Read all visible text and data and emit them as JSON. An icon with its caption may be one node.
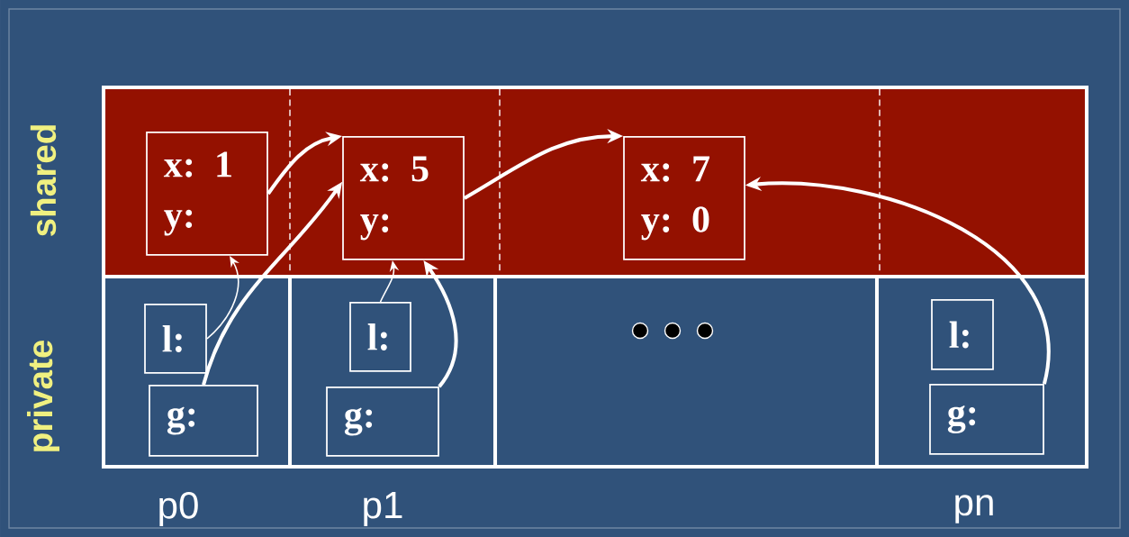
{
  "diagram": {
    "nodes": [
      {
        "text": [
          "x: 1",
          "y:"
        ]
      },
      {
        "text": [
          "x: 5",
          "y:"
        ]
      },
      {
        "text": [
          "x: 7",
          "y: 0"
        ]
      },
      {
        "text": [
          "l:"
        ]
      },
      {
        "text": [
          "g:"
        ]
      },
      {
        "text": [
          "l:"
        ]
      },
      {
        "text": [
          "g:"
        ]
      },
      {
        "text": [
          "l:"
        ]
      },
      {
        "text": [
          "g:"
        ]
      }
    ],
    "edges": [
      {
        "from": 0,
        "to": 1,
        "arrow": "to"
      },
      {
        "from": 4,
        "to": 1,
        "arrow": "to"
      },
      {
        "from": 3,
        "to": 0,
        "arrow": "to"
      },
      {
        "from": 5,
        "to": 1,
        "arrow": "to"
      },
      {
        "from": 6,
        "to": 1,
        "arrow": "to"
      },
      {
        "from": 1,
        "to": 2,
        "arrow": "to"
      },
      {
        "from": 8,
        "to": 2,
        "arrow": "to"
      }
    ],
    "labels": [
      "shared",
      "private",
      "p0",
      "p1",
      "pn"
    ]
  }
}
